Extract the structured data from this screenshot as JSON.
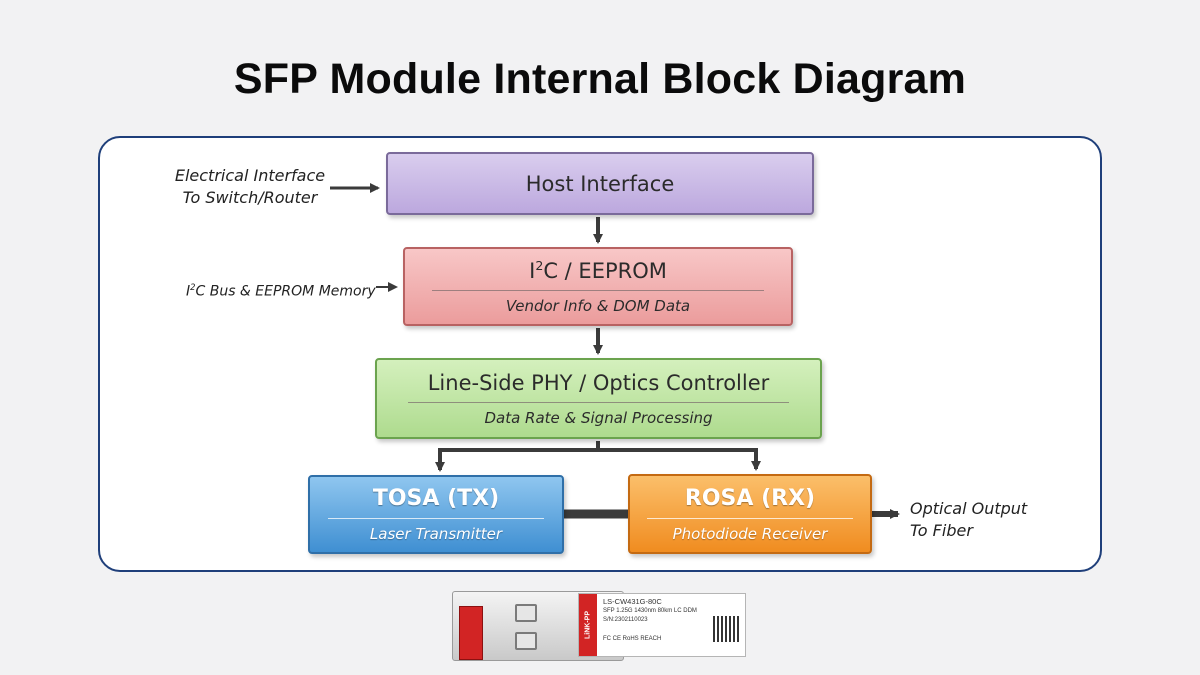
{
  "title": "SFP Module Internal Block Diagram",
  "blocks": {
    "host": {
      "title": "Host Interface"
    },
    "i2c": {
      "title_pre": "I",
      "title_sup": "2",
      "title_post": "C / EEPROM",
      "subtitle": "Vendor Info & DOM Data"
    },
    "phy": {
      "title": "Line-Side PHY / Optics Controller",
      "subtitle": "Data Rate & Signal Processing"
    },
    "tosa": {
      "title": "TOSA (TX)",
      "subtitle": "Laser Transmitter"
    },
    "rosa": {
      "title": "ROSA (RX)",
      "subtitle": "Photodiode Receiver"
    }
  },
  "side_labels": {
    "electrical": [
      "Electrical Interface",
      "To Switch/Router"
    ],
    "i2c_bus": {
      "pre": "I",
      "sup": "2",
      "post": "C Bus & EEPROM Memory"
    },
    "optical": [
      "Optical Output",
      "To Fiber"
    ]
  },
  "module_label": {
    "brand": "LiNK-PP",
    "part": "LS-CW431G-80C",
    "spec": "SFP 1.25G 1430nm 80km LC DDM",
    "serial": "S/N:2302110023",
    "marks": "FC  CE  RoHS  REACH"
  },
  "colors": {
    "frame": "#1f3f7a",
    "host": "#c9b8e4",
    "i2c": "#f2b1b1",
    "phy": "#c2e6a6",
    "tosa": "#5aa6e0",
    "rosa": "#f5a33f",
    "arrow": "#3b3b3b"
  }
}
